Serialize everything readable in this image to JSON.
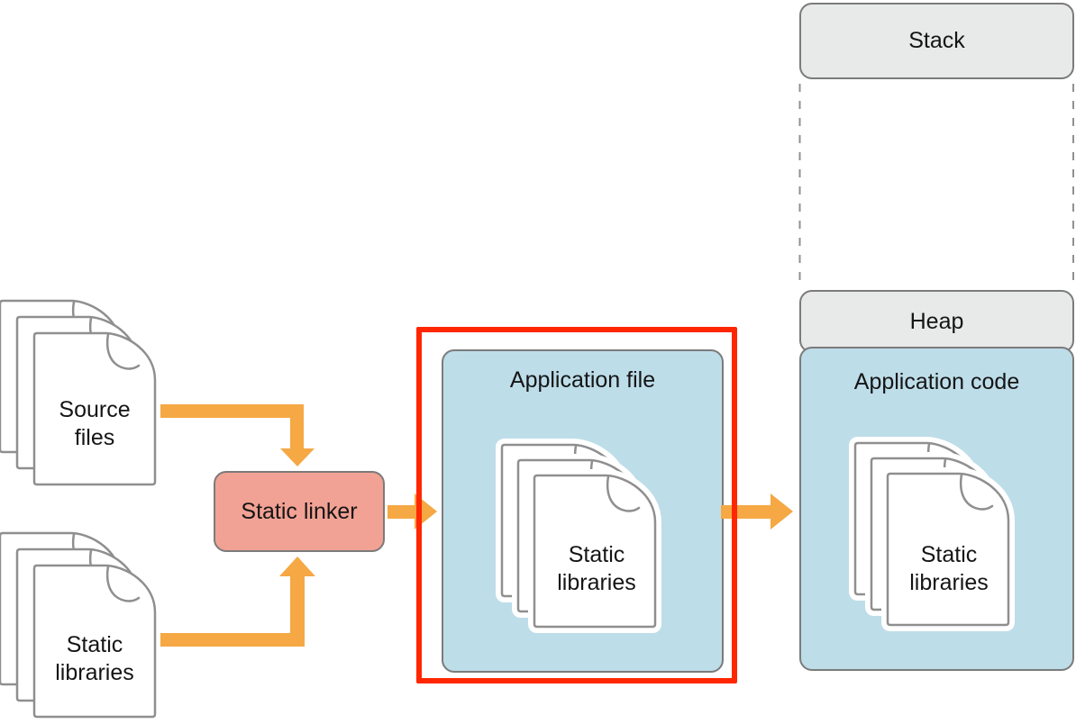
{
  "diagram": {
    "source_files": {
      "line1": "Source",
      "line2": "files"
    },
    "static_libraries_input": {
      "line1": "Static",
      "line2": "libraries"
    },
    "static_linker": {
      "label": "Static linker"
    },
    "application_file": {
      "title": "Application file",
      "docs": {
        "line1": "Static",
        "line2": "libraries"
      }
    },
    "memory": {
      "stack": {
        "label": "Stack"
      },
      "heap": {
        "label": "Heap"
      },
      "application_code": {
        "title": "Application code",
        "docs": {
          "line1": "Static",
          "line2": "libraries"
        }
      }
    }
  },
  "colors": {
    "arrow_orange": "#F5A843",
    "highlight_red": "#FF2600",
    "box_blue": "#BDDDE9",
    "box_salmon": "#F2A294",
    "box_gray": "#E8E9E9",
    "border_gray": "#7B7B7B",
    "doc_stroke": "#8F8F8F",
    "text": "#151515"
  }
}
